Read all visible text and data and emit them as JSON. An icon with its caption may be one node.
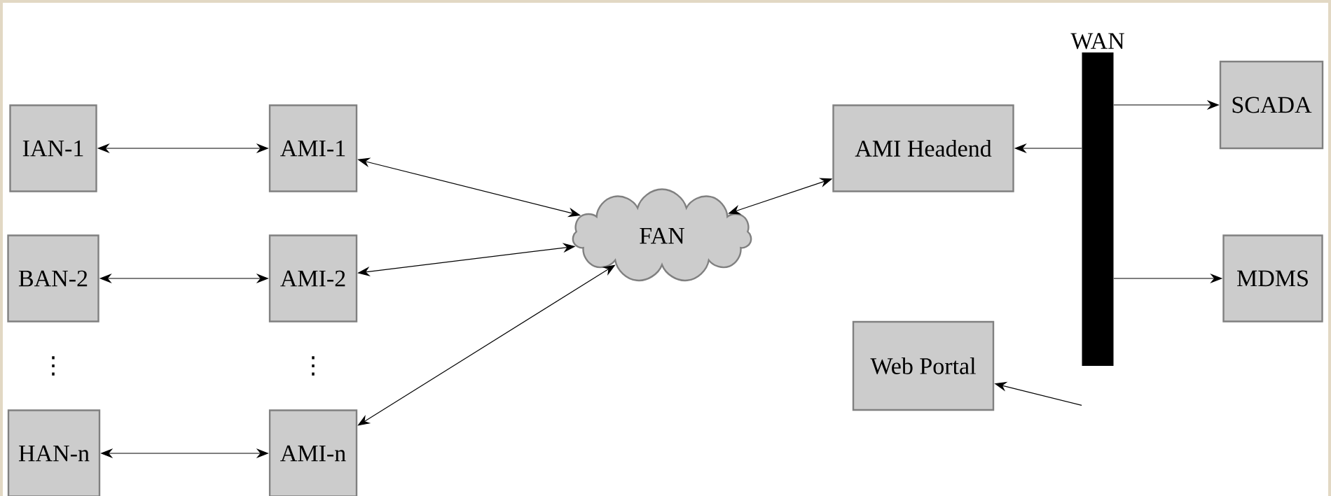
{
  "diagram": {
    "nodes": [
      {
        "text": [
          "IAN-1"
        ]
      },
      {
        "text": [
          "AMI-1"
        ]
      },
      {
        "text": [
          "BAN-2"
        ]
      },
      {
        "text": [
          "AMI-2"
        ]
      },
      {
        "text": [
          "HAN-n"
        ]
      },
      {
        "text": [
          "AMI-n"
        ]
      },
      {
        "text": [
          "FAN"
        ]
      },
      {
        "text": [
          "AMI Headend"
        ]
      },
      {
        "text": [
          "WAN"
        ]
      },
      {
        "text": [
          "SCADA"
        ]
      },
      {
        "text": [
          "MDMS"
        ]
      },
      {
        "text": [
          "Web Portal"
        ]
      }
    ],
    "edges": [
      {
        "from": 0,
        "to": 1,
        "arrow": "both"
      },
      {
        "from": 2,
        "to": 3,
        "arrow": "both"
      },
      {
        "from": 4,
        "to": 5,
        "arrow": "both"
      },
      {
        "from": 1,
        "to": 6,
        "arrow": "both"
      },
      {
        "from": 3,
        "to": 6,
        "arrow": "both"
      },
      {
        "from": 5,
        "to": 6,
        "arrow": "both"
      },
      {
        "from": 6,
        "to": 7,
        "arrow": "both"
      },
      {
        "from": 8,
        "to": 7,
        "arrow": "to"
      },
      {
        "from": 8,
        "to": 9,
        "arrow": "to"
      },
      {
        "from": 8,
        "to": 10,
        "arrow": "to"
      },
      {
        "from": 8,
        "to": 11,
        "arrow": "to"
      }
    ],
    "labels": [
      "⋮",
      "⋮"
    ]
  }
}
